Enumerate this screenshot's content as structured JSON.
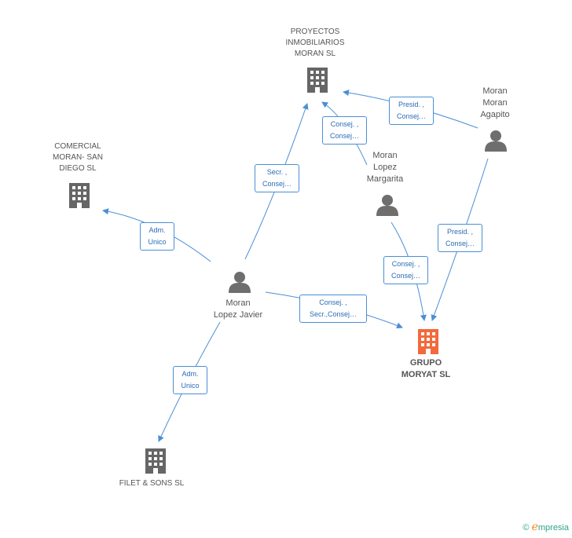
{
  "colors": {
    "edge": "#4a8fd6",
    "company": "#666666",
    "center_company": "#f26a3c",
    "person": "#6e6e6e"
  },
  "nodes": {
    "proyectos": {
      "lines": [
        "PROYECTOS",
        "INMOBILIARIOS",
        "MORAN SL"
      ],
      "icon": "building-icon"
    },
    "comercial": {
      "lines": [
        "COMERCIAL",
        "MORAN- SAN",
        "DIEGO SL"
      ],
      "icon": "building-icon"
    },
    "moran_agapito": {
      "lines": [
        "Moran",
        "Moran",
        "Agapito"
      ],
      "icon": "person-icon"
    },
    "moran_margarita": {
      "lines": [
        "Moran",
        "Lopez",
        "Margarita"
      ],
      "icon": "person-icon"
    },
    "moran_javier": {
      "lines": [
        "Moran",
        "Lopez Javier"
      ],
      "icon": "person-icon"
    },
    "grupo": {
      "lines": [
        "GRUPO",
        "MORYAT SL"
      ],
      "icon": "building-icon"
    },
    "filet": {
      "lines": [
        "FILET & SONS SL"
      ],
      "icon": "building-icon"
    }
  },
  "edges": {
    "e1": {
      "lines": [
        "Presid. ,",
        "Consej…"
      ]
    },
    "e2": {
      "lines": [
        "Consej. ,",
        "Consej…"
      ]
    },
    "e3": {
      "lines": [
        "Secr. ,",
        "Consej…"
      ]
    },
    "e4": {
      "lines": [
        "Adm.",
        "Unico"
      ]
    },
    "e5": {
      "lines": [
        "Presid. ,",
        "Consej…"
      ]
    },
    "e6": {
      "lines": [
        "Consej. ,",
        "Consej…"
      ]
    },
    "e7": {
      "lines": [
        "Consej. ,",
        "Secr.,Consej…"
      ]
    },
    "e8": {
      "lines": [
        "Adm.",
        "Unico"
      ]
    }
  },
  "brand": {
    "copyright": "©",
    "e": "e",
    "rest": "mpresia"
  }
}
